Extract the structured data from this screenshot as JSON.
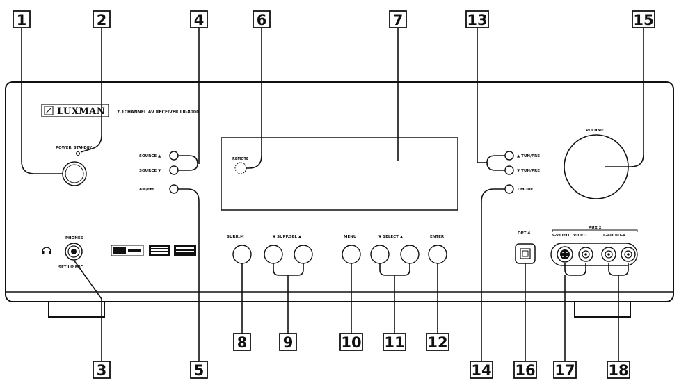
{
  "panel": {
    "brand": "LUXMAN",
    "model": "7.1CHANNEL AV RECEIVER LR-8000",
    "power_label": "POWER",
    "standby_label": "STANDBY",
    "phones_label": "PHONES",
    "setup_mic_label": "SET UP MIC",
    "source_up_label": "SOURCE ▲",
    "source_down_label": "SOURCE ▼",
    "amfm_label": "AM/FM",
    "remote_label": "REMOTE",
    "tunpre_up_label": "▲ TUN/PRE",
    "tunpre_down_label": "▼ TUN/PRE",
    "tmode_label": "T.MODE",
    "volume_label": "VOLUME",
    "surrm_label": "SURR.M",
    "suppsel_label": "▼ SUPP.SEL ▲",
    "menu_label": "MENU",
    "select_label": "▼ SELECT ▲",
    "enter_label": "ENTER",
    "opt4_label": "OPT 4",
    "aux2_label": "AUX 2",
    "svideo_label": "S-VIDEO",
    "video_label": "VIDEO",
    "audio_label": "L-AUDIO-R"
  },
  "callouts": [
    "1",
    "2",
    "3",
    "4",
    "5",
    "6",
    "7",
    "8",
    "9",
    "10",
    "11",
    "12",
    "13",
    "14",
    "15",
    "16",
    "17",
    "18"
  ]
}
